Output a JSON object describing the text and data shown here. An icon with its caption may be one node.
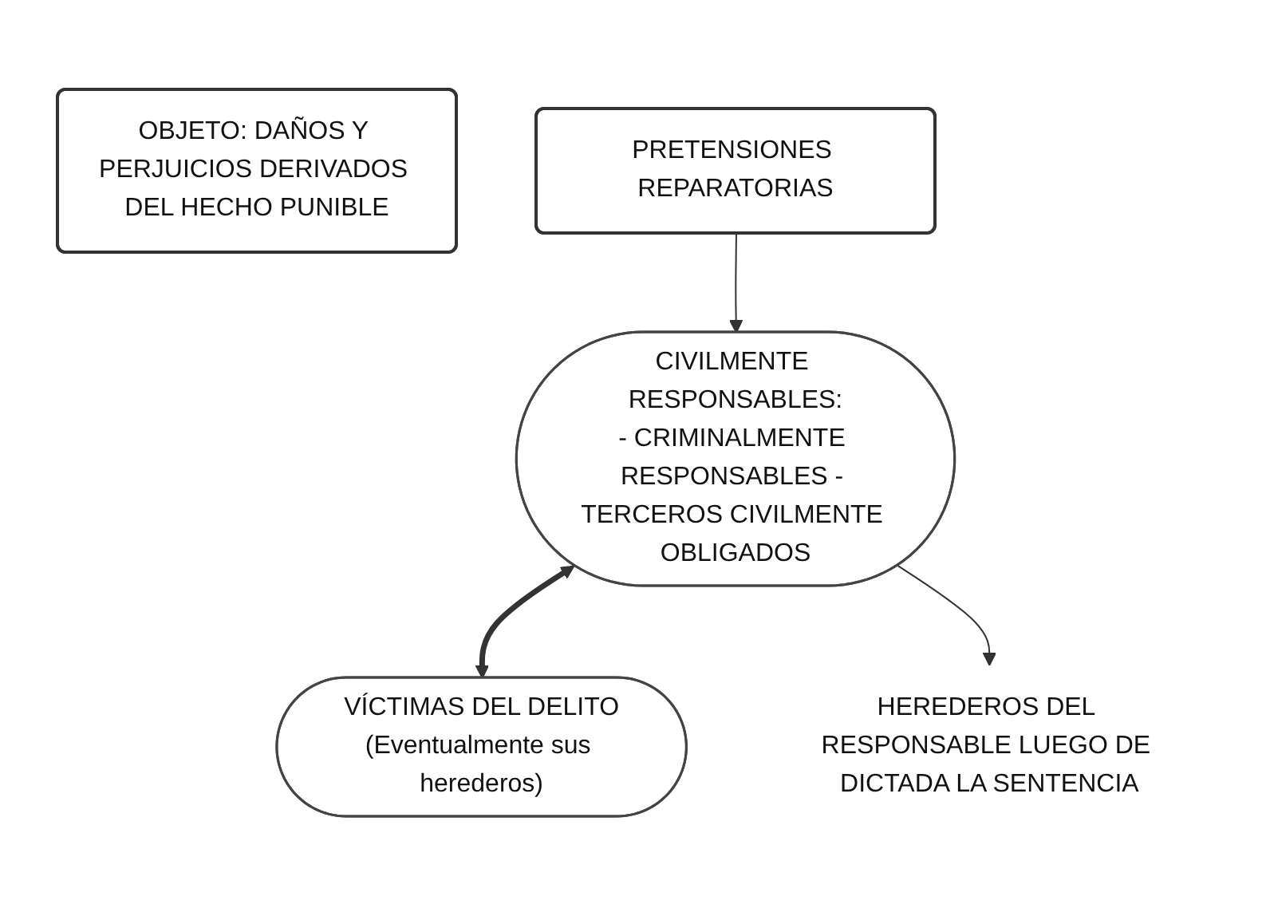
{
  "diagram": {
    "nodes": [
      {
        "text": [
          "OBJETO: DAÑOS Y PERJUICIOS DERIVADOS DEL HECHO PUNIBLE"
        ]
      },
      {
        "text": [
          "CIVILMENTE RESPONSABLES:",
          "- CRIMINALMENTE RESPONSABLES - TERCEROS CIVILMENTE OBLIGADOS"
        ]
      },
      {
        "text": [
          "VÍCTIMAS DEL DELITO",
          "(Eventualmente sus herederos)"
        ]
      },
      {
        "text": [
          "PRETENSIONES REPARATORIAS"
        ]
      },
      {
        "text": [
          "HEREDEROS DEL RESPONSABLE LUEGO DE DICTADA LA SENTENCIA"
        ]
      }
    ],
    "edges": [
      {
        "from": 1,
        "to": 2,
        "arrow": "both",
        "style": "thick"
      },
      {
        "from": 3,
        "to": 1,
        "arrow": "to"
      },
      {
        "from": 1,
        "to": 4,
        "arrow": "to"
      }
    ]
  }
}
